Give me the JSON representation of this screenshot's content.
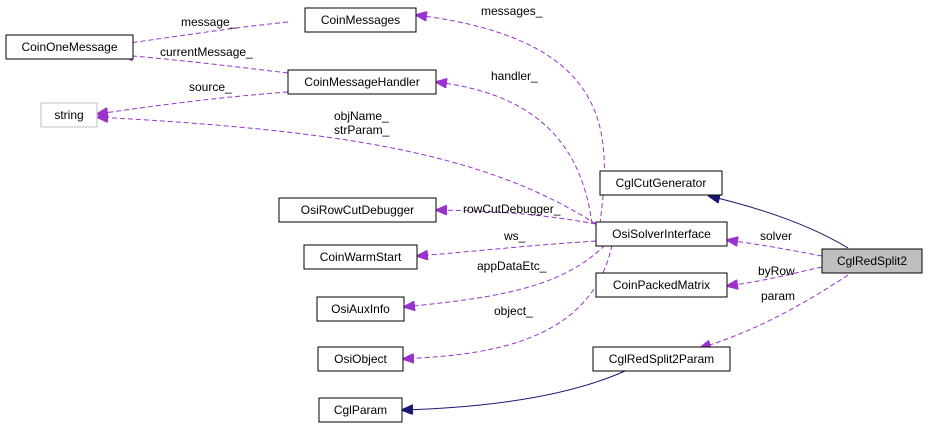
{
  "nodes": {
    "coin_one_message": "CoinOneMessage",
    "coin_messages": "CoinMessages",
    "coin_message_handler": "CoinMessageHandler",
    "string": "string",
    "osi_row_cut_debugger": "OsiRowCutDebugger",
    "coin_warm_start": "CoinWarmStart",
    "osi_aux_info": "OsiAuxInfo",
    "osi_object": "OsiObject",
    "cgl_param": "CglParam",
    "osi_solver_interface": "OsiSolverInterface",
    "cgl_cut_generator": "CglCutGenerator",
    "coin_packed_matrix": "CoinPackedMatrix",
    "cgl_red_split2_param": "CglRedSplit2Param",
    "cgl_red_split2": "CglRedSplit2"
  },
  "edge_labels": {
    "message": "message_",
    "current_message": "currentMessage_",
    "messages": "messages_",
    "handler": "handler_",
    "source": "source_",
    "obj_name": "objName_",
    "str_param": "strParam_",
    "row_cut_debugger": "rowCutDebugger_",
    "ws": "ws_",
    "app_data_etc": "appDataEtc_",
    "object": "object_",
    "solver": "solver",
    "by_row": "byRow",
    "param": "param"
  },
  "colors": {
    "usage_edge": "#9a32cd",
    "inheritance_edge": "#191970",
    "focus_node_fill": "#bfbfbf",
    "external_node_border": "#bfbfbf"
  }
}
